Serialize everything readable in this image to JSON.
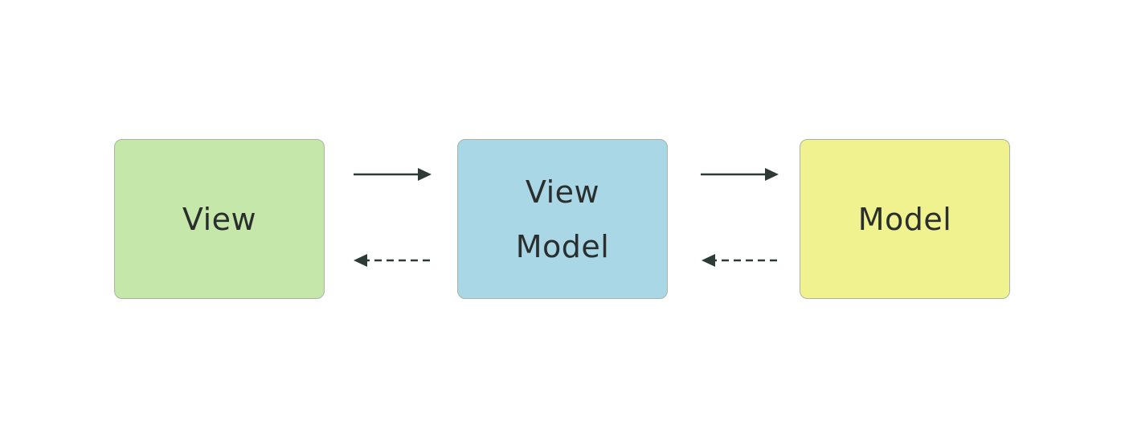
{
  "nodes": [
    {
      "id": "view",
      "lines": [
        "View"
      ],
      "color": "#c6e7aa"
    },
    {
      "id": "viewmodel",
      "lines": [
        "View",
        "Model"
      ],
      "color": "#aad7e5"
    },
    {
      "id": "model",
      "lines": [
        "Model"
      ],
      "color": "#f0f18f"
    }
  ],
  "edges": [
    {
      "from": "view",
      "to": "viewmodel",
      "style": "solid"
    },
    {
      "from": "viewmodel",
      "to": "view",
      "style": "dashed"
    },
    {
      "from": "viewmodel",
      "to": "model",
      "style": "solid"
    },
    {
      "from": "model",
      "to": "viewmodel",
      "style": "dashed"
    }
  ],
  "colors": {
    "arrow": "#2e3a36",
    "text": "#2a2f2d",
    "border": "#a9b3a4"
  }
}
